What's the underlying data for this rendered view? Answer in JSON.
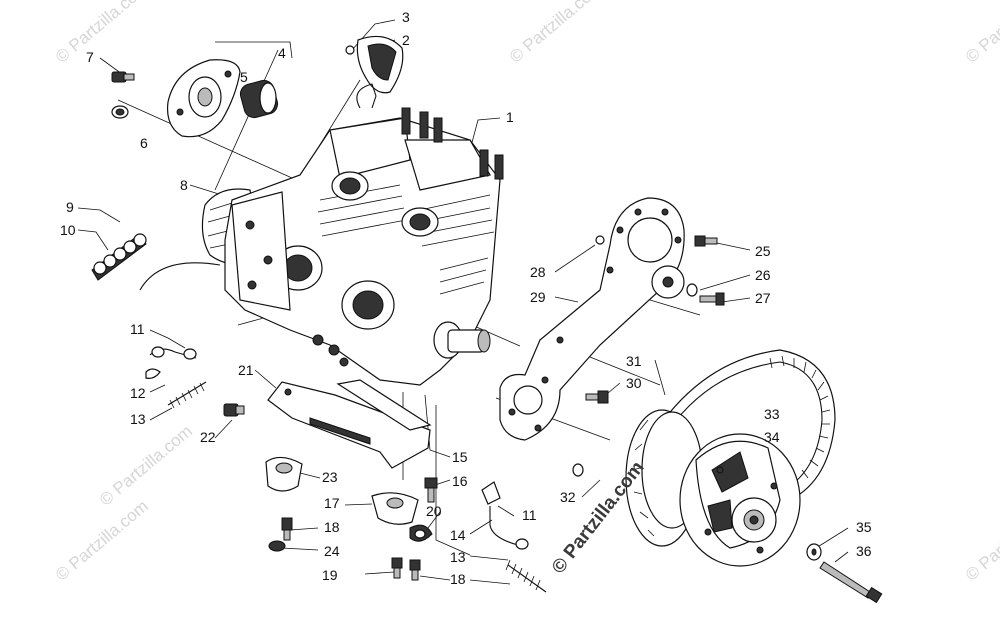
{
  "watermarks": {
    "corner": "© Partzilla.com",
    "center": "© Partzilla.com"
  },
  "callouts": [
    {
      "id": "c1",
      "text": "1"
    },
    {
      "id": "c2",
      "text": "2"
    },
    {
      "id": "c3",
      "text": "3"
    },
    {
      "id": "c4",
      "text": "4"
    },
    {
      "id": "c5",
      "text": "5"
    },
    {
      "id": "c6",
      "text": "6"
    },
    {
      "id": "c7",
      "text": "7"
    },
    {
      "id": "c8",
      "text": "8"
    },
    {
      "id": "c9",
      "text": "9"
    },
    {
      "id": "c10",
      "text": "10"
    },
    {
      "id": "c11a",
      "text": "11"
    },
    {
      "id": "c12",
      "text": "12"
    },
    {
      "id": "c13a",
      "text": "13"
    },
    {
      "id": "c14",
      "text": "14"
    },
    {
      "id": "c15",
      "text": "15"
    },
    {
      "id": "c16",
      "text": "16"
    },
    {
      "id": "c17",
      "text": "17"
    },
    {
      "id": "c18a",
      "text": "18"
    },
    {
      "id": "c19",
      "text": "19"
    },
    {
      "id": "c20",
      "text": "20"
    },
    {
      "id": "c21",
      "text": "21"
    },
    {
      "id": "c22",
      "text": "22"
    },
    {
      "id": "c23",
      "text": "23"
    },
    {
      "id": "c24",
      "text": "24"
    },
    {
      "id": "c25",
      "text": "25"
    },
    {
      "id": "c26",
      "text": "26"
    },
    {
      "id": "c27",
      "text": "27"
    },
    {
      "id": "c28",
      "text": "28"
    },
    {
      "id": "c29",
      "text": "29"
    },
    {
      "id": "c30",
      "text": "30"
    },
    {
      "id": "c31",
      "text": "31"
    },
    {
      "id": "c32",
      "text": "32"
    },
    {
      "id": "c33",
      "text": "33"
    },
    {
      "id": "c34",
      "text": "34"
    },
    {
      "id": "c35",
      "text": "35"
    },
    {
      "id": "c36",
      "text": "36"
    },
    {
      "id": "c11b",
      "text": "11"
    },
    {
      "id": "c13b",
      "text": "13"
    },
    {
      "id": "c18b",
      "text": "18"
    }
  ]
}
